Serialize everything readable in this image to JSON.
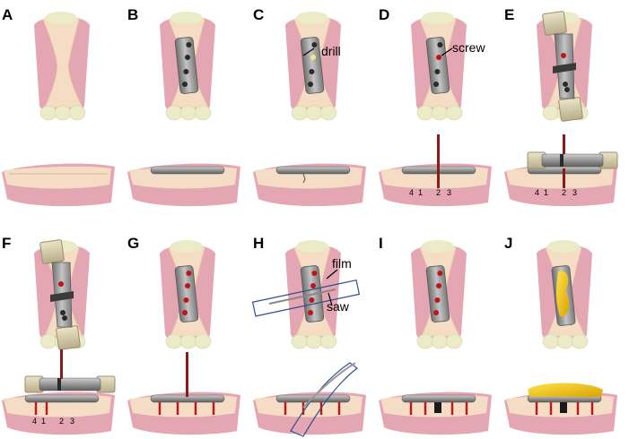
{
  "panels": [
    {
      "label": "A",
      "annotations": [],
      "numbers": []
    },
    {
      "label": "B",
      "annotations": [],
      "numbers": []
    },
    {
      "label": "C",
      "annotations": [
        "drill"
      ],
      "numbers": []
    },
    {
      "label": "D",
      "annotations": [
        "screw"
      ],
      "numbers": [
        "4",
        "1",
        "2",
        "3"
      ]
    },
    {
      "label": "E",
      "annotations": [],
      "numbers": [
        "4",
        "1",
        "2",
        "3"
      ]
    },
    {
      "label": "F",
      "annotations": [],
      "numbers": [
        "4",
        "1",
        "2",
        "3"
      ]
    },
    {
      "label": "G",
      "annotations": [],
      "numbers": []
    },
    {
      "label": "H",
      "annotations": [
        "film",
        "saw"
      ],
      "numbers": []
    },
    {
      "label": "I",
      "annotations": [],
      "numbers": []
    },
    {
      "label": "J",
      "annotations": [],
      "numbers": []
    }
  ],
  "colors": {
    "soft_tissue": "#e4a6b2",
    "bone": "#f5dcc4",
    "bone_edge": "#e8c7a6",
    "joint": "#ecebc8",
    "plate": "#9c9c9c",
    "plate_dark": "#5a5a5a",
    "screw": "#c0141c",
    "rod": "#8b1a1a",
    "block": "#d8cfb0",
    "film": "#2f4f8f",
    "graft": "#f2c40f"
  }
}
